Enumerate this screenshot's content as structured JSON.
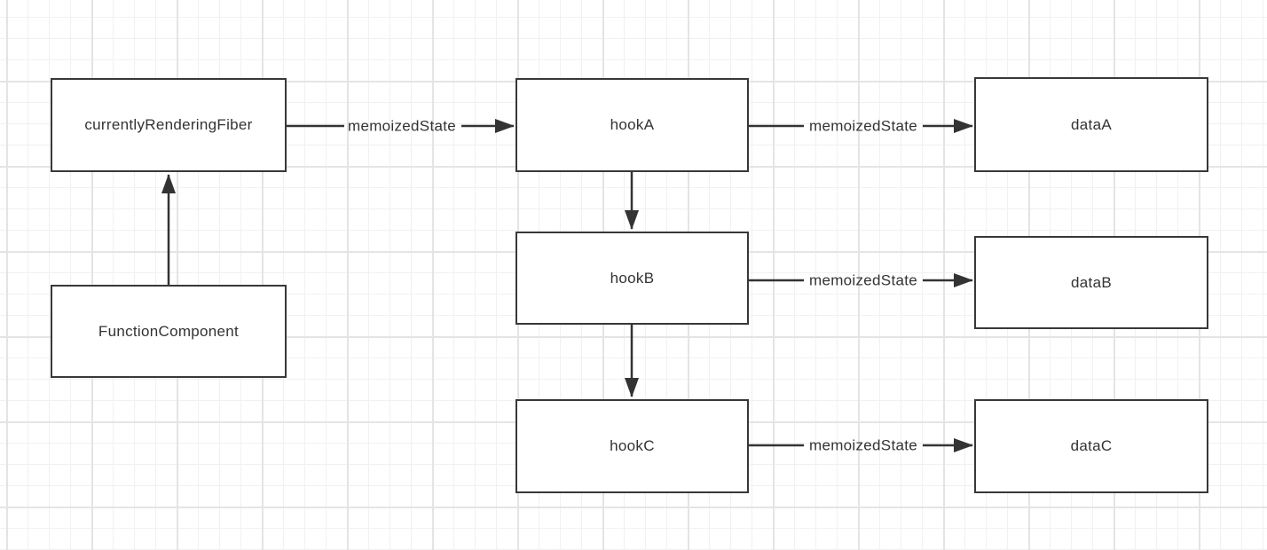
{
  "canvas": {
    "background_color": "#ffffff",
    "grid_minor_color": "#f1f1f1",
    "grid_major_color": "#e4e4e4",
    "stroke_color": "#333333",
    "text_color": "#333333"
  },
  "diagram": {
    "nodes": [
      {
        "id": "currentlyRenderingFiber",
        "label": "currentlyRenderingFiber"
      },
      {
        "id": "FunctionComponent",
        "label": "FunctionComponent"
      },
      {
        "id": "hookA",
        "label": "hookA"
      },
      {
        "id": "hookB",
        "label": "hookB"
      },
      {
        "id": "hookC",
        "label": "hookC"
      },
      {
        "id": "dataA",
        "label": "dataA"
      },
      {
        "id": "dataB",
        "label": "dataB"
      },
      {
        "id": "dataC",
        "label": "dataC"
      }
    ],
    "edges": [
      {
        "from": "FunctionComponent",
        "to": "currentlyRenderingFiber",
        "label": ""
      },
      {
        "from": "currentlyRenderingFiber",
        "to": "hookA",
        "label": "memoizedState"
      },
      {
        "from": "hookA",
        "to": "dataA",
        "label": "memoizedState"
      },
      {
        "from": "hookA",
        "to": "hookB",
        "label": ""
      },
      {
        "from": "hookB",
        "to": "dataB",
        "label": "memoizedState"
      },
      {
        "from": "hookB",
        "to": "hookC",
        "label": ""
      },
      {
        "from": "hookC",
        "to": "dataC",
        "label": "memoizedState"
      }
    ]
  }
}
